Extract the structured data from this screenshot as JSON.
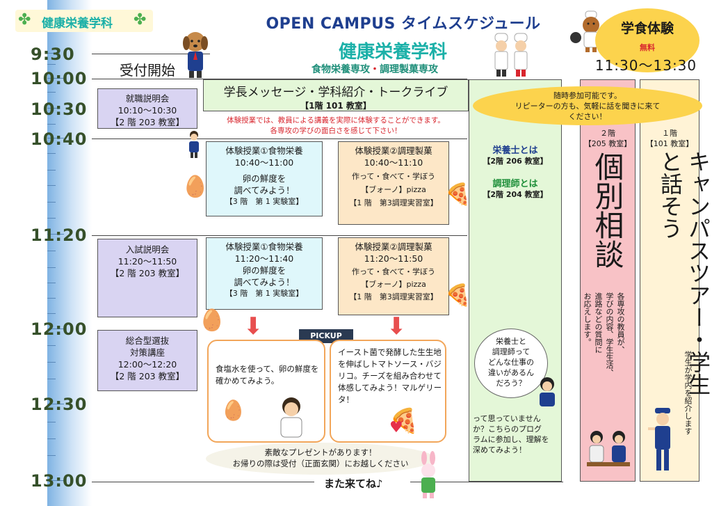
{
  "top_badge": "健康栄養学科",
  "title": "OPEN CAMPUS タイムスケジュール",
  "dept_title": "健康栄養学科",
  "majors": {
    "food": "食物栄養専攻",
    "dot": "・",
    "confection": "調理製菓専攻"
  },
  "cafeteria": {
    "label": "学食体験",
    "free": "無料",
    "time": "11:30〜13:30"
  },
  "times": [
    "9:30",
    "10:00",
    "10:30",
    "10:40",
    "11:20",
    "12:00",
    "12:30",
    "13:00"
  ],
  "reception": "受付開始",
  "welcome": {
    "title": "学長メッセージ・学科紹介・トークライブ",
    "room": "【1階 101 教室】"
  },
  "trial_note": {
    "line1": "体験授業では、教員による講義を実際に体験することができます。",
    "line2": "各専攻の学びの面白さを感じて下さい！"
  },
  "career": {
    "title": "就職説明会",
    "time": "10:10〜10:30",
    "room": "【2 階 203 教室】"
  },
  "exam": {
    "title": "入試説明会",
    "time": "11:20〜11:50",
    "room": "【2 階 203 教室】"
  },
  "comprehensive": {
    "title1": "総合型選抜",
    "title2": "対策講座",
    "time": "12:00〜12:20",
    "room": "【2 階 203 教室】"
  },
  "class1a": {
    "title": "体験授業①食物栄養",
    "time": "10:40〜11:00",
    "desc1": "卵の鮮度を",
    "desc2": "調べてみよう！",
    "room": "【3 階　第 1 実験室】"
  },
  "class2a": {
    "title": "体験授業②調理製菓",
    "time": "10:40〜11:10",
    "desc1": "作って・食べて・学ぼう",
    "desc2": "【ブォーノ】pizza",
    "room": "【1 階　第3調理実習室】"
  },
  "class1b": {
    "title": "体験授業①食物栄養",
    "time": "11:20〜11:40",
    "desc1": "卵の鮮度を",
    "desc2": "調べてみよう！",
    "room": "【3 階　第 1 実験室】"
  },
  "class2b": {
    "title": "体験授業②調理製菓",
    "time": "11:20〜11:50",
    "desc1": "作って・食べて・学ぼう",
    "desc2": "【ブォーノ】pizza",
    "room": "【1 階　第3調理実習室】"
  },
  "drop_in": {
    "line1": "随時参加可能です。",
    "line2": "リピーターの方も、気軽に話を聞きに来て",
    "line3": "ください！"
  },
  "green_col": {
    "dietitian": "栄養士とは",
    "dietitian_room": "【2階 206 教室】",
    "cook": "調理師とは",
    "cook_room": "【2階 204 教室】"
  },
  "speech_bubble": {
    "l1": "栄養士と",
    "l2": "調理師って",
    "l3": "どんな仕事の",
    "l4": "違いがあるん",
    "l5": "だろう？"
  },
  "green_bottom": {
    "l1": "って思っていません",
    "l2": "か？こちらのプログ",
    "l3": "ラムに参加し、理解を",
    "l4": "深めてみよう！"
  },
  "consult": {
    "floor": "２階",
    "room": "【205 教室】",
    "title": "個別相談",
    "desc1": "各専攻の教員が、",
    "desc2": "学びの内容、学生生活、",
    "desc3": "進路などの質問に",
    "desc4": "お応えします。"
  },
  "tour": {
    "floor": "１階",
    "room": "【101 教室】",
    "title": "キャンパスツアー・学生と話そう",
    "desc": "学生が学内を紹介します"
  },
  "pickup": {
    "label": "PICKUP",
    "left": "食塩水を使って、卵の鮮度を確かめてみよう。",
    "right": "イースト菌で発酵した生生地を伸ばしトマトソース・バジリコ。チーズを組み合わせて体感してみよう！マルゲリータ！"
  },
  "present": {
    "line1": "素敵なプレゼントがあります！",
    "line2": "お帰りの際は受付（正面玄関）にお越しください"
  },
  "farewell": "また来てね♪",
  "icons": [
    "clover-icon",
    "dog-mascot-icon",
    "chef-icon",
    "bear-mascot-icon",
    "egg-icon",
    "pizza-icon",
    "student-icon",
    "rabbit-icon",
    "heart-icon"
  ],
  "colors": {
    "title_blue": "#1f3f8f",
    "teal": "#1bb0a8",
    "lavender": "#d9d4f2",
    "mint": "#e4f7d8",
    "aqua": "#dff7fb",
    "peach": "#fde7c7",
    "pink": "#f8c2c6",
    "cream": "#fff3d6",
    "gold": "#fcd34d"
  }
}
